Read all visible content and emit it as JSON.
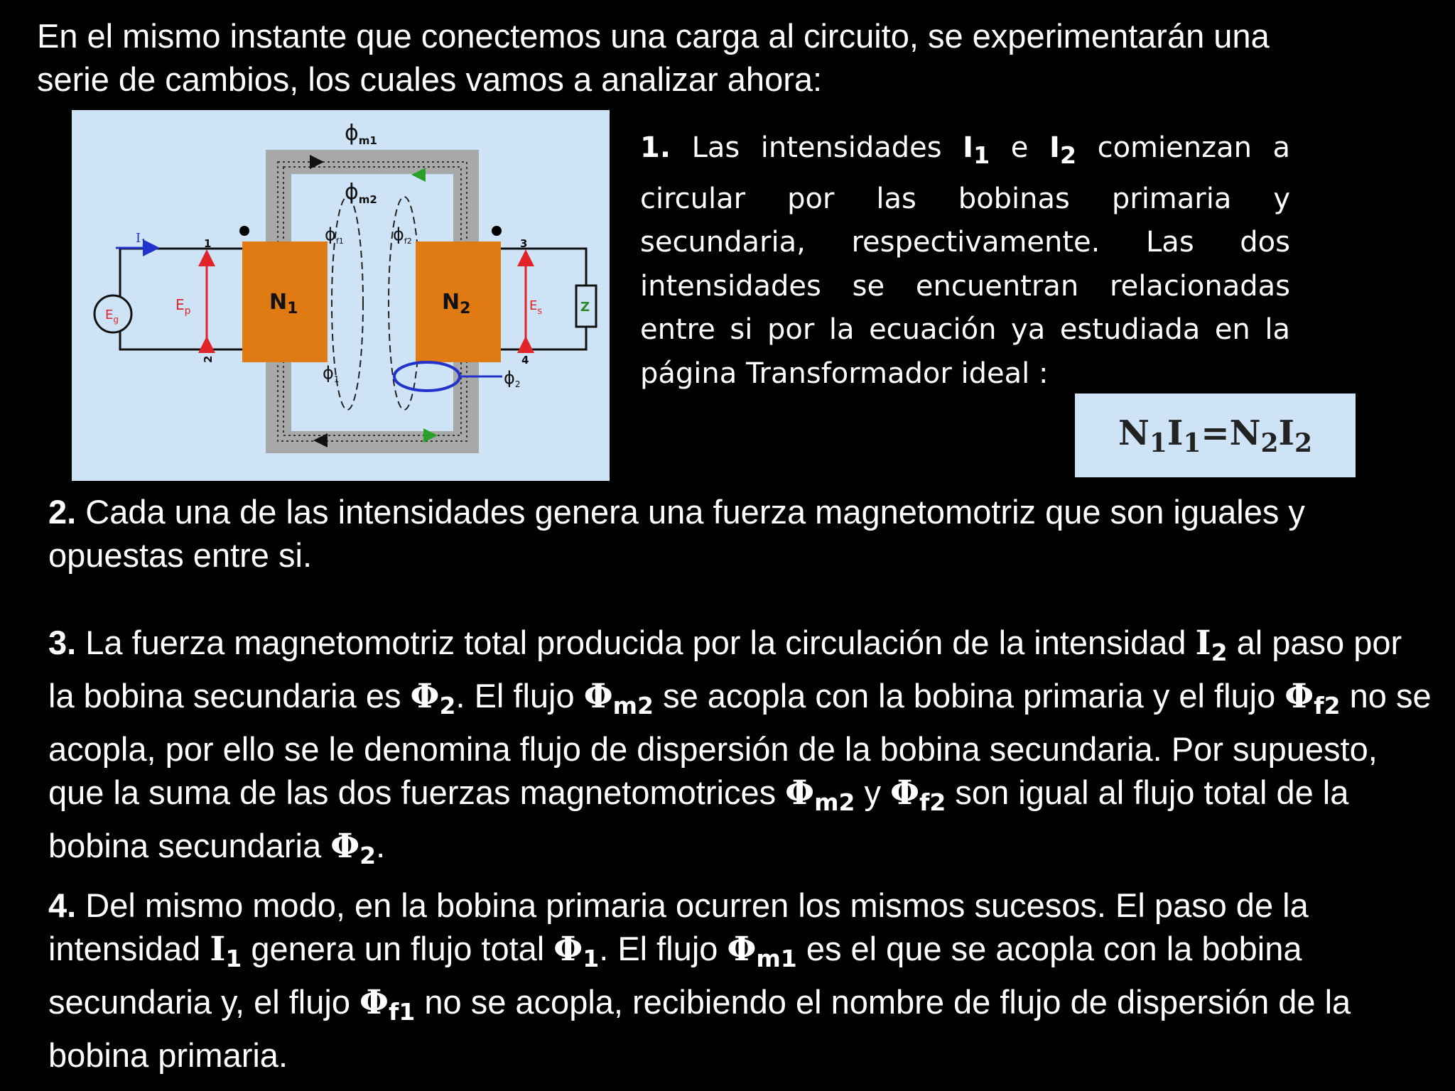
{
  "intro": {
    "line1": "En el mismo instante que conectemos una carga al circuito, se experimentarán una",
    "line2": "serie de cambios, los cuales vamos a analizar ahora:"
  },
  "diagram": {
    "phi_m1_base": "ϕ",
    "phi_m1_sub": "m1",
    "phi_m2_base": "ϕ",
    "phi_m2_sub": "m2",
    "phi_f1_base": "ϕ",
    "phi_f1_sub": "f1",
    "phi_f2_base": "ϕ",
    "phi_f2_sub": "f2",
    "phi_1_base": "ϕ",
    "phi_1_sub": "1",
    "phi_2_base": "ϕ",
    "phi_2_sub": "2",
    "i1_base": "I",
    "i1_sub": "1",
    "eg_base": "E",
    "eg_sub": "g",
    "ep_base": "E",
    "ep_sub": "p",
    "es_base": "E",
    "es_sub": "s",
    "n1_base": "N",
    "n1_sub": "1",
    "n2_base": "N",
    "n2_sub": "2",
    "z": "Z",
    "terminal_1": "1",
    "terminal_2": "2",
    "terminal_3": "3",
    "terminal_4": "4",
    "colors": {
      "background": "#cfe3f7",
      "core": "#a8a8a8",
      "coil": "#e07b14",
      "voltage_arrow": "#e0242a",
      "current_arrow": "#2233cc",
      "flux_arrow_m1": "#111111",
      "flux_arrow_m2": "#2aa02a"
    }
  },
  "point1": {
    "num": "1.",
    "t1": " Las intensidades ",
    "i1_base": "I",
    "i1_sub": "1",
    "t2": " e ",
    "i2_base": "I",
    "i2_sub": "2",
    "t3": " comienzan a circular por las bobinas primaria y secundaria, respectivamente. Las dos intensidades se encuentran relacionadas entre si por la ecuación ya estudiada en la página Transformador ideal :"
  },
  "formula": {
    "n1": "N",
    "n1_sub": "1",
    "i1": "I",
    "i1_sub": "1",
    "eq": "=",
    "n2": "N",
    "n2_sub": "2",
    "i2": "I",
    "i2_sub": "2"
  },
  "point2": {
    "num": "2.",
    "text": " Cada una de las intensidades genera una fuerza magnetomotriz que son iguales y opuestas entre si."
  },
  "point3": {
    "num": "3.",
    "t1": " La fuerza magnetomotriz total producida por la circulación de la intensidad ",
    "s1_base": "I",
    "s1_sub": "2",
    "t2": " al paso por la bobina secundaria es ",
    "s2_base": "Φ",
    "s2_sub": "2",
    "t3": ". El flujo ",
    "s3_base": "Φ",
    "s3_sub": "m2",
    "t4": " se acopla con la bobina primaria y el flujo ",
    "s4_base": "Φ",
    "s4_sub": "f2",
    "t5": " no se acopla, por ello se le denomina flujo de dispersión de la bobina secundaria. Por supuesto, que la suma de las dos fuerzas magnetomotrices ",
    "s5_base": "Φ",
    "s5_sub": "m2",
    "t6": " y ",
    "s6_base": "Φ",
    "s6_sub": "f2",
    "t7": " son igual al flujo total de la bobina secundaria ",
    "s7_base": "Φ",
    "s7_sub": "2",
    "t8": "."
  },
  "point4": {
    "num": "4.",
    "t1": " Del mismo modo, en la bobina primaria ocurren los mismos sucesos. El paso de la intensidad ",
    "s1_base": "I",
    "s1_sub": "1",
    "t2": " genera un flujo total ",
    "s2_base": "Φ",
    "s2_sub": "1",
    "t3": ". El flujo ",
    "s3_base": "Φ",
    "s3_sub": "m1",
    "t4": " es el que se acopla con la bobina secundaria y, el flujo ",
    "s4_base": "Φ",
    "s4_sub": "f1",
    "t5": " no se acopla, recibiendo el nombre de flujo de dispersión de la bobina primaria."
  }
}
